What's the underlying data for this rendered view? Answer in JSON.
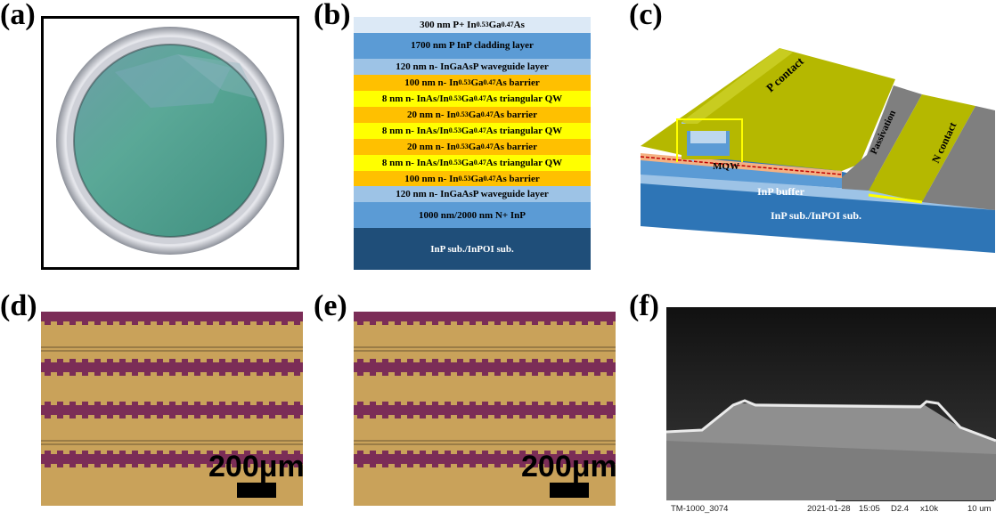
{
  "labels": {
    "a": "(a)",
    "b": "(b)",
    "c": "(c)",
    "d": "(d)",
    "e": "(e)",
    "f": "(f)"
  },
  "layer_stack": [
    {
      "text": "300 nm P+ In",
      "sub1": "0.53",
      "mid": "Ga",
      "sub2": "0.47",
      "end": "As",
      "color": "#dce9f6",
      "light": false,
      "weight": 1
    },
    {
      "text": "1700 nm P InP cladding layer",
      "color": "#5b9bd5",
      "light": false,
      "weight": 1.6
    },
    {
      "text": "120 nm n- InGaAsP waveguide layer",
      "color": "#9dc3e6",
      "light": false,
      "weight": 1
    },
    {
      "text": "100 nm n- In",
      "sub1": "0.53",
      "mid": "Ga",
      "sub2": "0.47",
      "end": "As barrier",
      "color": "#ffc000",
      "light": false,
      "weight": 1
    },
    {
      "text": "8 nm n- InAs/In",
      "sub1": "0.53",
      "mid": "Ga",
      "sub2": "0.47",
      "end": "As triangular QW",
      "color": "#ffff00",
      "light": false,
      "weight": 1
    },
    {
      "text": "20 nm n- In",
      "sub1": "0.53",
      "mid": "Ga",
      "sub2": "0.47",
      "end": "As barrier",
      "color": "#ffc000",
      "light": false,
      "weight": 1
    },
    {
      "text": "8 nm n- InAs/In",
      "sub1": "0.53",
      "mid": "Ga",
      "sub2": "0.47",
      "end": "As triangular QW",
      "color": "#ffff00",
      "light": false,
      "weight": 1
    },
    {
      "text": "20 nm n- In",
      "sub1": "0.53",
      "mid": "Ga",
      "sub2": "0.47",
      "end": "As barrier",
      "color": "#ffc000",
      "light": false,
      "weight": 1
    },
    {
      "text": "8 nm n- InAs/In",
      "sub1": "0.53",
      "mid": "Ga",
      "sub2": "0.47",
      "end": "As triangular QW",
      "color": "#ffff00",
      "light": false,
      "weight": 1
    },
    {
      "text": "100 nm n- In",
      "sub1": "0.53",
      "mid": "Ga",
      "sub2": "0.47",
      "end": "As barrier",
      "color": "#ffc000",
      "light": false,
      "weight": 1
    },
    {
      "text": "120 nm n- InGaAsP waveguide layer",
      "color": "#9dc3e6",
      "light": false,
      "weight": 1
    },
    {
      "text": "1000 nm/2000 nm N+ InP",
      "color": "#5b9bd5",
      "light": false,
      "weight": 1.6
    },
    {
      "text": "InP sub./InPOI sub.",
      "color": "#1f4e79",
      "light": true,
      "weight": 2.6
    }
  ],
  "device": {
    "p_contact": "P contact",
    "passivation": "Passivation",
    "n_contact": "N contact",
    "mqw": "MQW",
    "buffer": "InP buffer",
    "substrate": "InP sub./InPOI sub."
  },
  "micrographs": {
    "scale_label": "200μm"
  },
  "sem": {
    "id": "TM-1000_3074",
    "date": "2021-01-28",
    "time": "15:05",
    "mode": "D2.4",
    "mag": "x10k",
    "scale": "10 um"
  },
  "colors": {
    "gold": "#c9a25a",
    "purple": "#7b2d57",
    "p_metal": "#b5b800",
    "wafer": "#4f9c8c"
  }
}
